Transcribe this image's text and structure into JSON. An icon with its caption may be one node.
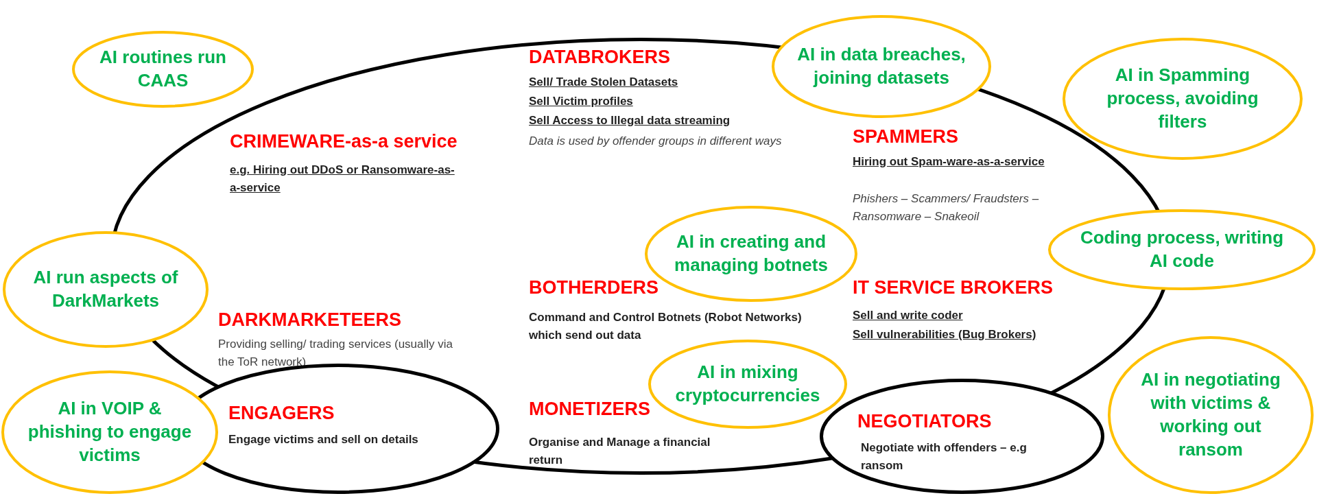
{
  "diagram": {
    "nodes": [
      {
        "text": [
          "CRIMEWARE-as-a service",
          "e.g. Hiring out DDoS or Ransomware-as-a-service",
          "DATABROKERS",
          "Sell/ Trade Stolen Datasets",
          "Sell Victim profiles",
          "Sell Access to Illegal data streaming",
          "Data is used by offender groups in different ways",
          "SPAMMERS",
          "Hiring out Spam-ware-as-a-service",
          "Phishers – Scammers/ Fraudsters – Ransomware – Snakeoil",
          "DARKMARKETEERS",
          "Providing selling/ trading services (usually via the ToR network)",
          "BOTHERDERS",
          "Command and Control Botnets (Robot Networks) which send out data",
          "IT SERVICE BROKERS",
          "Sell and write coder",
          "Sell vulnerabilities (Bug Brokers)",
          "MONETIZERS",
          "Organise and Manage a financial return"
        ]
      },
      {
        "text": [
          "AI routines run CAAS"
        ]
      },
      {
        "text": [
          "AI in data breaches, joining datasets"
        ]
      },
      {
        "text": [
          "AI in Spamming process, avoiding filters"
        ]
      },
      {
        "text": [
          "AI in creating and managing botnets"
        ],
        "in": 0
      },
      {
        "text": [
          "Coding process, writing AI code"
        ]
      },
      {
        "text": [
          "AI run aspects of DarkMarkets"
        ]
      },
      {
        "text": [
          "AI in negotiating with victims & working out ransom"
        ]
      },
      {
        "text": [
          "AI in mixing cryptocurrencies"
        ],
        "in": 0
      },
      {
        "text": [
          "ENGAGERS",
          "Engage victims and sell on details"
        ]
      },
      {
        "text": [
          "NEGOTIATORS",
          "Negotiate with offenders – e.g ransom"
        ]
      },
      {
        "text": [
          "AI in VOIP & phishing to engage victims"
        ]
      }
    ]
  }
}
